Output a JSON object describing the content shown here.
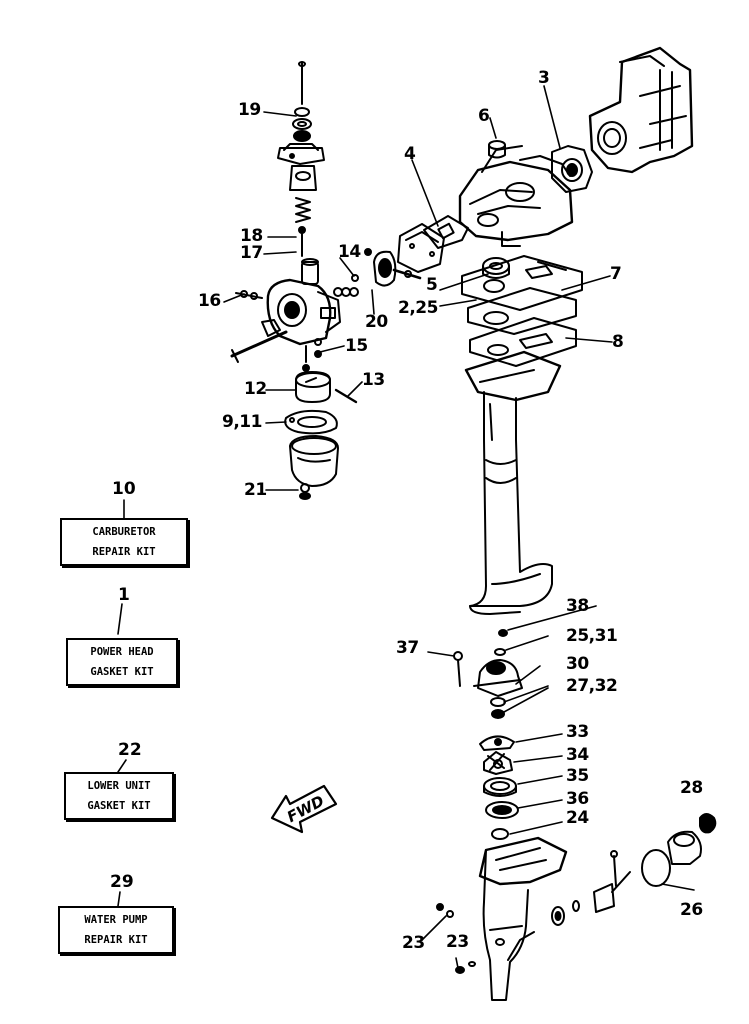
{
  "callouts": {
    "c19": "19",
    "c6": "6",
    "c3": "3",
    "c4": "4",
    "c18": "18",
    "c17": "17",
    "c14": "14",
    "c5": "5",
    "c7": "7",
    "c16": "16",
    "c20": "20",
    "c2_25": "2,25",
    "c8": "8",
    "c15": "15",
    "c12": "12",
    "c13": "13",
    "c9_11": "9,11",
    "c21": "21",
    "c38": "38",
    "c25_31": "25,31",
    "c37": "37",
    "c30": "30",
    "c27_32": "27,32",
    "c33": "33",
    "c34": "34",
    "c35": "35",
    "c36": "36",
    "c24": "24",
    "c28": "28",
    "c26": "26",
    "c23a": "23",
    "c23b": "23"
  },
  "kits": [
    {
      "number": "10",
      "line1": "CARBURETOR",
      "line2": "REPAIR KIT"
    },
    {
      "number": "1",
      "line1": "POWER HEAD",
      "line2": "GASKET KIT"
    },
    {
      "number": "22",
      "line1": "LOWER UNIT",
      "line2": "GASKET KIT"
    },
    {
      "number": "29",
      "line1": "WATER PUMP",
      "line2": "REPAIR KIT"
    }
  ],
  "direction_arrow": {
    "label": "FWD"
  }
}
